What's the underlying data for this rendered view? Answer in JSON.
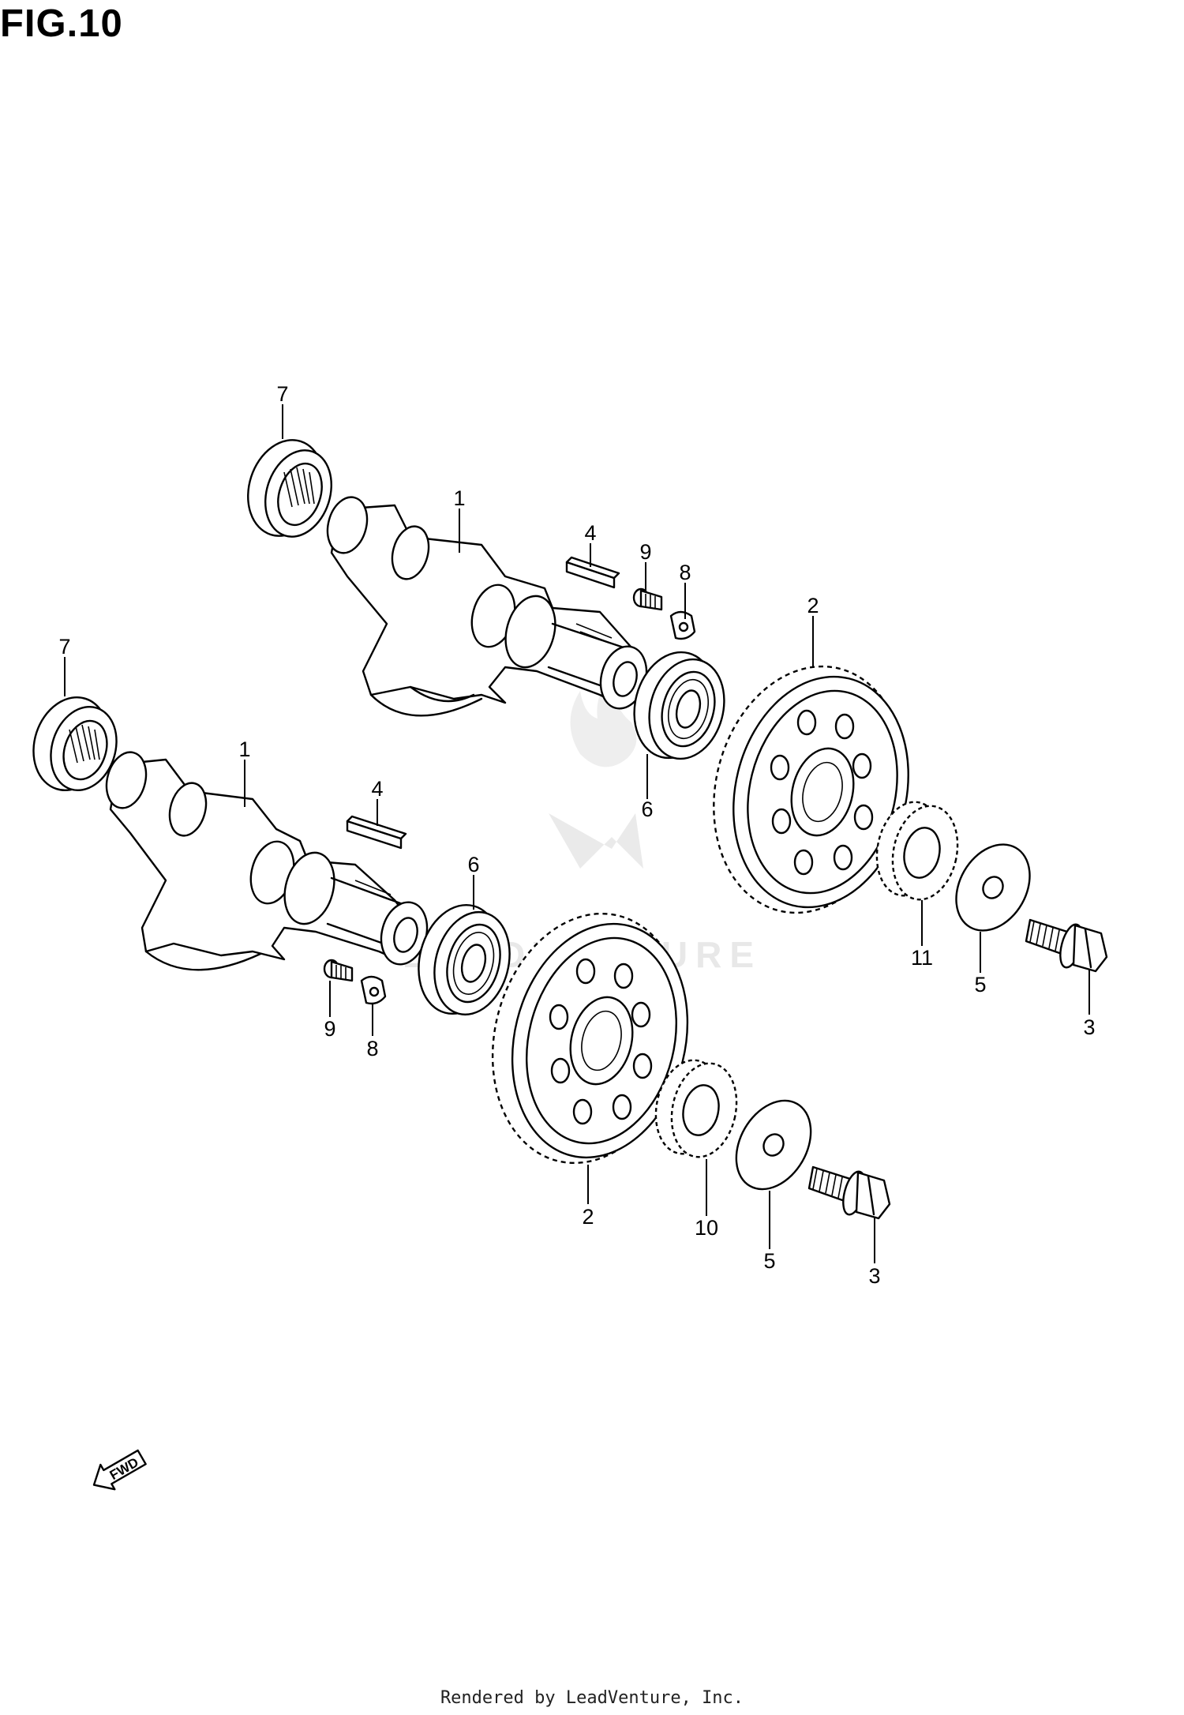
{
  "figure": {
    "title": "FIG.10"
  },
  "callouts": [
    {
      "id": "upper-bearing-7",
      "label": "7"
    },
    {
      "id": "upper-shaft-1",
      "label": "1"
    },
    {
      "id": "upper-key-4",
      "label": "4"
    },
    {
      "id": "upper-screw-9",
      "label": "9"
    },
    {
      "id": "upper-plate-8",
      "label": "8"
    },
    {
      "id": "upper-gear-2",
      "label": "2"
    },
    {
      "id": "upper-bearing-6",
      "label": "6"
    },
    {
      "id": "upper-gear-11",
      "label": "11"
    },
    {
      "id": "upper-washer-5",
      "label": "5"
    },
    {
      "id": "upper-bolt-3",
      "label": "3"
    },
    {
      "id": "lower-bearing-7",
      "label": "7"
    },
    {
      "id": "lower-shaft-1",
      "label": "1"
    },
    {
      "id": "lower-key-4",
      "label": "4"
    },
    {
      "id": "lower-bearing-6",
      "label": "6"
    },
    {
      "id": "lower-screw-9",
      "label": "9"
    },
    {
      "id": "lower-plate-8",
      "label": "8"
    },
    {
      "id": "lower-gear-2",
      "label": "2"
    },
    {
      "id": "lower-gear-10",
      "label": "10"
    },
    {
      "id": "lower-washer-5",
      "label": "5"
    },
    {
      "id": "lower-bolt-3",
      "label": "3"
    }
  ],
  "direction_indicator": {
    "label": "FWD"
  },
  "watermark": {
    "text": "LEADVENTURE"
  },
  "footer": {
    "text": "Rendered by LeadVenture, Inc."
  },
  "icons": {
    "direction": "fwd-arrow-icon",
    "watermark": "flame-v-logo"
  }
}
